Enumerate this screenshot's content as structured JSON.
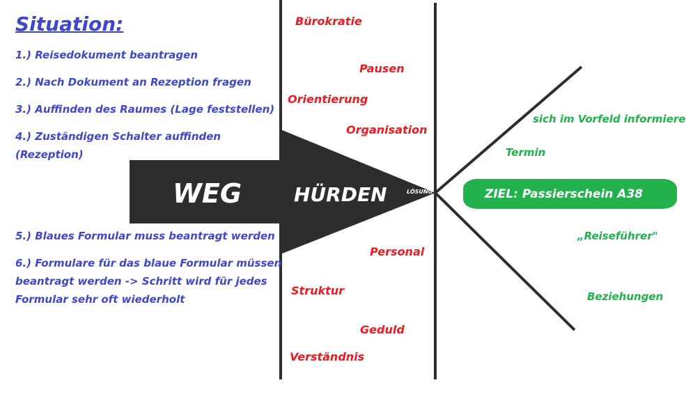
{
  "situation": {
    "title": "Situation:",
    "steps": [
      "1.) Reisedokument beantragen",
      "2.) Nach Dokument an Rezeption fragen",
      "3.) Auffinden des Raumes (Lage feststellen)",
      "4.) Zuständigen Schalter auffinden",
      "(Rezeption)",
      "5.) Blaues Formular muss beantragt werden",
      "6.) Formulare für das blaue Formular müssen",
      "beantragt werden -> Schritt wird für jedes",
      "Formular sehr oft wiederholt"
    ]
  },
  "arrow": {
    "weg": "WEG",
    "huerden": "HÜRDEN",
    "loesung": "LÖSUNG"
  },
  "hurdles": [
    "Bürokratie",
    "Pausen",
    "Orientierung",
    "Organisation",
    "Personal",
    "Struktur",
    "Geduld",
    "Verständnis"
  ],
  "solutions": [
    "sich im Vorfeld informieren",
    "Termin",
    "„Reiseführer\"",
    "Beziehungen"
  ],
  "goal": "ZIEL: Passierschein A38",
  "colors": {
    "blue": "#3f48cc",
    "red": "#ed1c24",
    "green": "#22b14c",
    "dark": "#2d2d30"
  }
}
